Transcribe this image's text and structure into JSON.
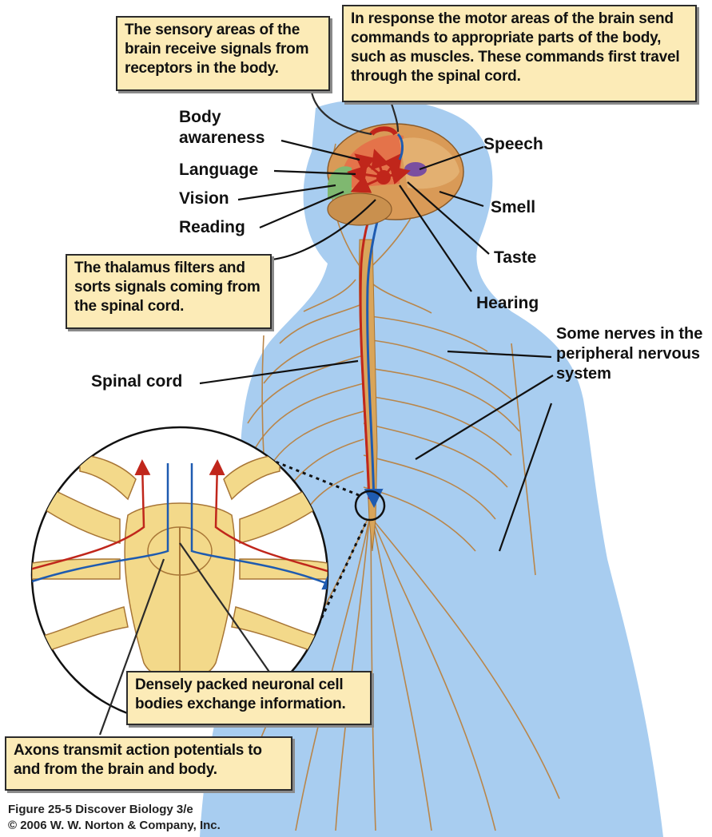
{
  "callouts": {
    "sensory": "The sensory areas of the brain receive signals from receptors in the body.",
    "motor": "In response the motor areas of the brain send commands to appropriate parts of the body, such as muscles. These commands first travel through the spinal cord.",
    "thalamus": "The thalamus filters and sorts signals coming from the spinal cord.",
    "densely": "Densely packed neuronal cell bodies exchange information.",
    "axons": "Axons transmit action potentials to and from the brain and body."
  },
  "labels": {
    "body_awareness": "Body awareness",
    "language": "Language",
    "vision": "Vision",
    "reading": "Reading",
    "speech": "Speech",
    "smell": "Smell",
    "taste": "Taste",
    "hearing": "Hearing",
    "spinal_cord": "Spinal cord",
    "pns": "Some nerves in the peripheral nervous system"
  },
  "caption": {
    "line1": "Figure 25-5  Discover Biology 3/e",
    "line2": "© 2006 W. W. Norton & Company, Inc."
  },
  "colors": {
    "body_silhouette": "#a8cdf0",
    "nerves": "#b9864a",
    "sensory_pathway": "#c0261b",
    "motor_pathway": "#1e5bb0",
    "callout_fill": "#fcebb7",
    "spinal_tissue": "#f3d98a"
  }
}
